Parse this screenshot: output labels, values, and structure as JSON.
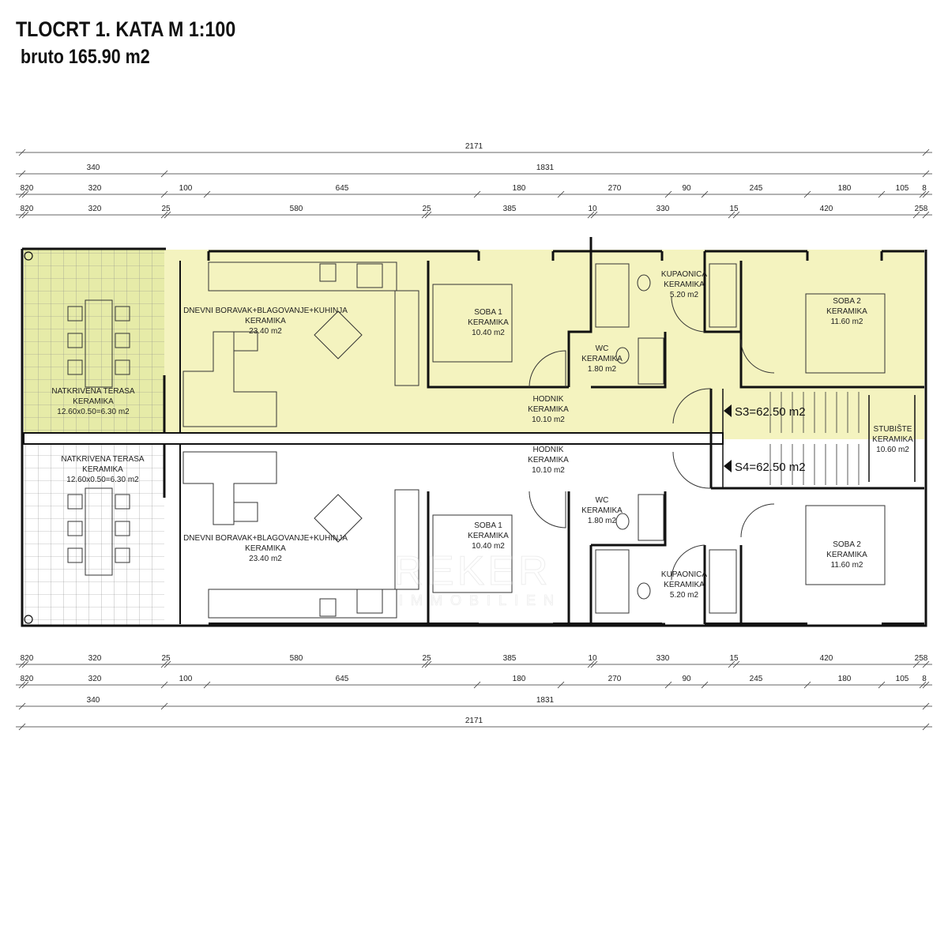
{
  "title": "TLOCRT 1. KATA  M 1:100",
  "subtitle": "bruto 165.90 m2",
  "colors": {
    "fill": "#f4f3bf",
    "terrace_fill": "#e6eba8",
    "wall": "#111111",
    "grid": "#777777"
  },
  "dimensions": {
    "row1": [
      "2171"
    ],
    "row2": [
      "340",
      "1831"
    ],
    "row3": [
      "820",
      "320",
      "100",
      "645",
      "180",
      "270",
      "90",
      "245",
      "180",
      "105",
      "8"
    ],
    "row4": [
      "820",
      "320",
      "25",
      "580",
      "25",
      "385",
      "10",
      "330",
      "15",
      "420",
      "258"
    ]
  },
  "rooms": {
    "terrace_top": [
      "NATKRIVENA TERASA",
      "KERAMIKA",
      "12.60x0.50=6.30 m2"
    ],
    "terrace_bottom": [
      "NATKRIVENA TERASA",
      "KERAMIKA",
      "12.60x0.50=6.30 m2"
    ],
    "living_top": [
      "DNEVNI BORAVAK+BLAGOVANJE+KUHINJA",
      "KERAMIKA",
      "23.40 m2"
    ],
    "living_bottom": [
      "DNEVNI BORAVAK+BLAGOVANJE+KUHINJA",
      "KERAMIKA",
      "23.40 m2"
    ],
    "soba1_top": [
      "SOBA 1",
      "KERAMIKA",
      "10.40 m2"
    ],
    "soba1_bottom": [
      "SOBA 1",
      "KERAMIKA",
      "10.40 m2"
    ],
    "wc_top": [
      "WC",
      "KERAMIKA",
      "1.80 m2"
    ],
    "wc_bottom": [
      "WC",
      "KERAMIKA",
      "1.80 m2"
    ],
    "kup_top": [
      "KUPAONICA",
      "KERAMIKA",
      "5.20 m2"
    ],
    "kup_bottom": [
      "KUPAONICA",
      "KERAMIKA",
      "5.20 m2"
    ],
    "soba2_top": [
      "SOBA 2",
      "KERAMIKA",
      "11.60 m2"
    ],
    "soba2_bottom": [
      "SOBA 2",
      "KERAMIKA",
      "11.60 m2"
    ],
    "hodnik_top": [
      "HODNIK",
      "KERAMIKA",
      "10.10 m2"
    ],
    "hodnik_bottom": [
      "HODNIK",
      "KERAMIKA",
      "10.10 m2"
    ],
    "stubiste": [
      "STUBIŠTE",
      "KERAMIKA",
      "10.60 m2"
    ]
  },
  "units": {
    "s3": "S3=62.50 m2",
    "s4": "S4=62.50 m2"
  },
  "watermark": [
    "REKER",
    "IMMOBILIEN"
  ]
}
